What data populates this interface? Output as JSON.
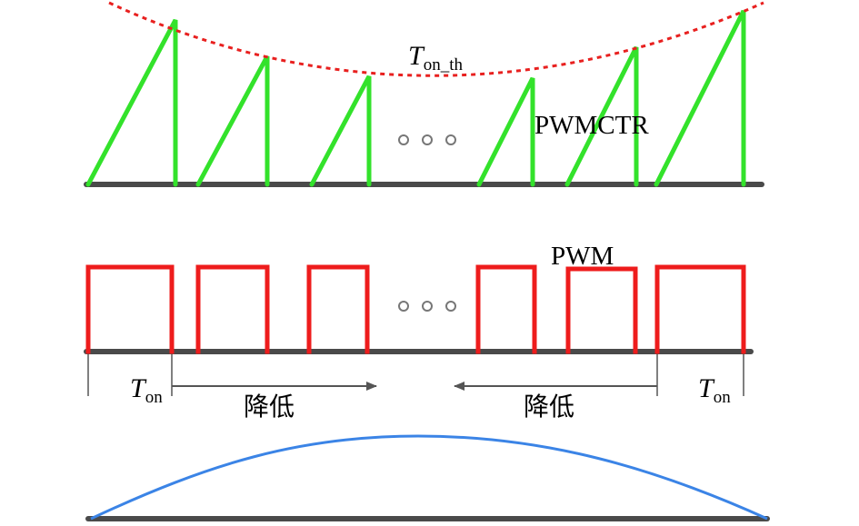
{
  "labels": {
    "threshold_main": "T",
    "threshold_sub": "on_th",
    "ramp_signal": "PWMCTR",
    "pwm_signal": "PWM",
    "ton_left_main": "T",
    "ton_left_sub": "on",
    "ton_right_main": "T",
    "ton_right_sub": "on",
    "decrease_left": "降低",
    "decrease_right": "降低"
  },
  "colors": {
    "ramp": "#33e22b",
    "threshold": "#e8201f",
    "pwm": "#ee1c1c",
    "baseline": "#4a4a4a",
    "envelope": "#3b84e6",
    "arrow": "#555555",
    "ellipsis": "#777777"
  }
}
